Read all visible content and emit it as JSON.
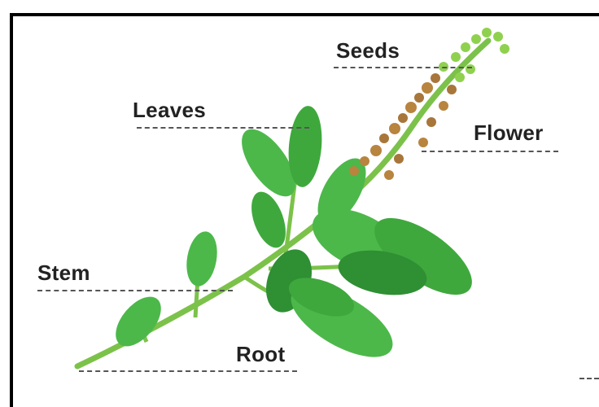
{
  "labels": {
    "seeds": "Seeds",
    "leaves": "Leaves",
    "flower": "Flower",
    "stem": "Stem",
    "root": "Root"
  },
  "colors": {
    "leaf": "#4cb84a",
    "leaf_dark": "#2f8f33",
    "stem": "#7cc24a",
    "seed_brown": "#b8843e",
    "flower_tip": "#8fd14f"
  }
}
